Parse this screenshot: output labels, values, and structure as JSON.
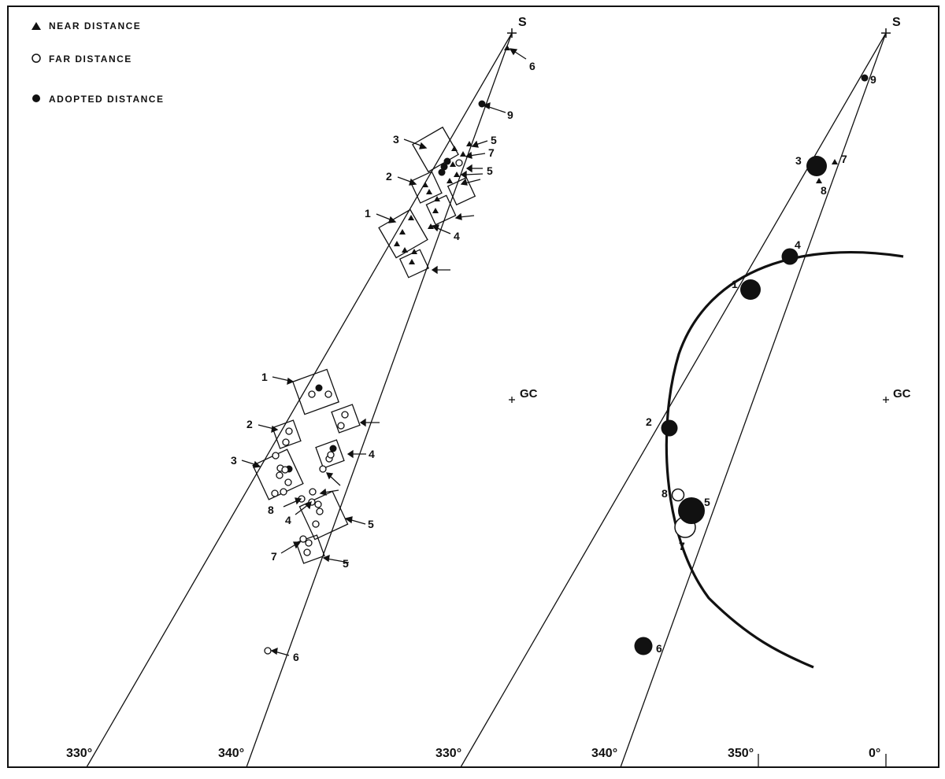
{
  "legend": {
    "near": "NEAR DISTANCE",
    "far": "FAR DISTANCE",
    "adopted": "ADOPTED DISTANCE"
  },
  "panel_left": {
    "sun_label": "S",
    "gc_label": "GC",
    "axis_labels": [
      "330°",
      "340°"
    ],
    "near_labels": [
      "6",
      "9",
      "3",
      "5",
      "7",
      "5",
      "2",
      "1",
      "4"
    ],
    "far_labels": [
      "1",
      "2",
      "3",
      "4",
      "8",
      "4",
      "5",
      "7",
      "5",
      "6"
    ]
  },
  "panel_right": {
    "sun_label": "S",
    "gc_label": "GC",
    "axis_labels": [
      "330°",
      "340°",
      "350°",
      "0°"
    ],
    "cloud_labels": [
      "9",
      "3",
      "7",
      "8",
      "4",
      "1",
      "2",
      "8",
      "5",
      "7",
      "6"
    ]
  },
  "colors": {
    "ink": "#111111",
    "paper": "#ffffff"
  }
}
